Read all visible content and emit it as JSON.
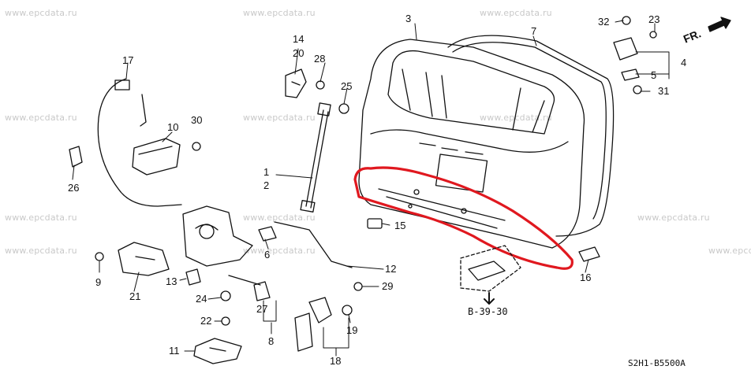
{
  "watermarks": [
    "www.epcdata.ru",
    "www.epcdata.ru",
    "www.epcdata.ru",
    "www.epcdata.ru",
    "www.epcdata.ru",
    "www.epcdata.ru",
    "www.epcdata.ru",
    "www.epcdata.ru",
    "www.epcdata.ru",
    "www.epcdata.ru",
    "www.epcdata.ru",
    "www.epcdata.ru"
  ],
  "direction_label": "FR.",
  "drawing_code": "S2H1-B5500A",
  "reference_label": "B-39-30",
  "highlight_color": "#e0181f",
  "callouts": {
    "c1": "1",
    "c2": "2",
    "c3": "3",
    "c4": "4",
    "c5": "5",
    "c6": "6",
    "c7": "7",
    "c8": "8",
    "c9": "9",
    "c10": "10",
    "c11": "11",
    "c12": "12",
    "c13": "13",
    "c14": "14",
    "c15": "15",
    "c16": "16",
    "c17": "17",
    "c18": "18",
    "c19": "19",
    "c20": "20",
    "c21": "21",
    "c22": "22",
    "c23": "23",
    "c24": "24",
    "c25": "25",
    "c26": "26",
    "c27": "27",
    "c28": "28",
    "c29": "29",
    "c30a": "30",
    "c31": "31",
    "c32": "32"
  }
}
